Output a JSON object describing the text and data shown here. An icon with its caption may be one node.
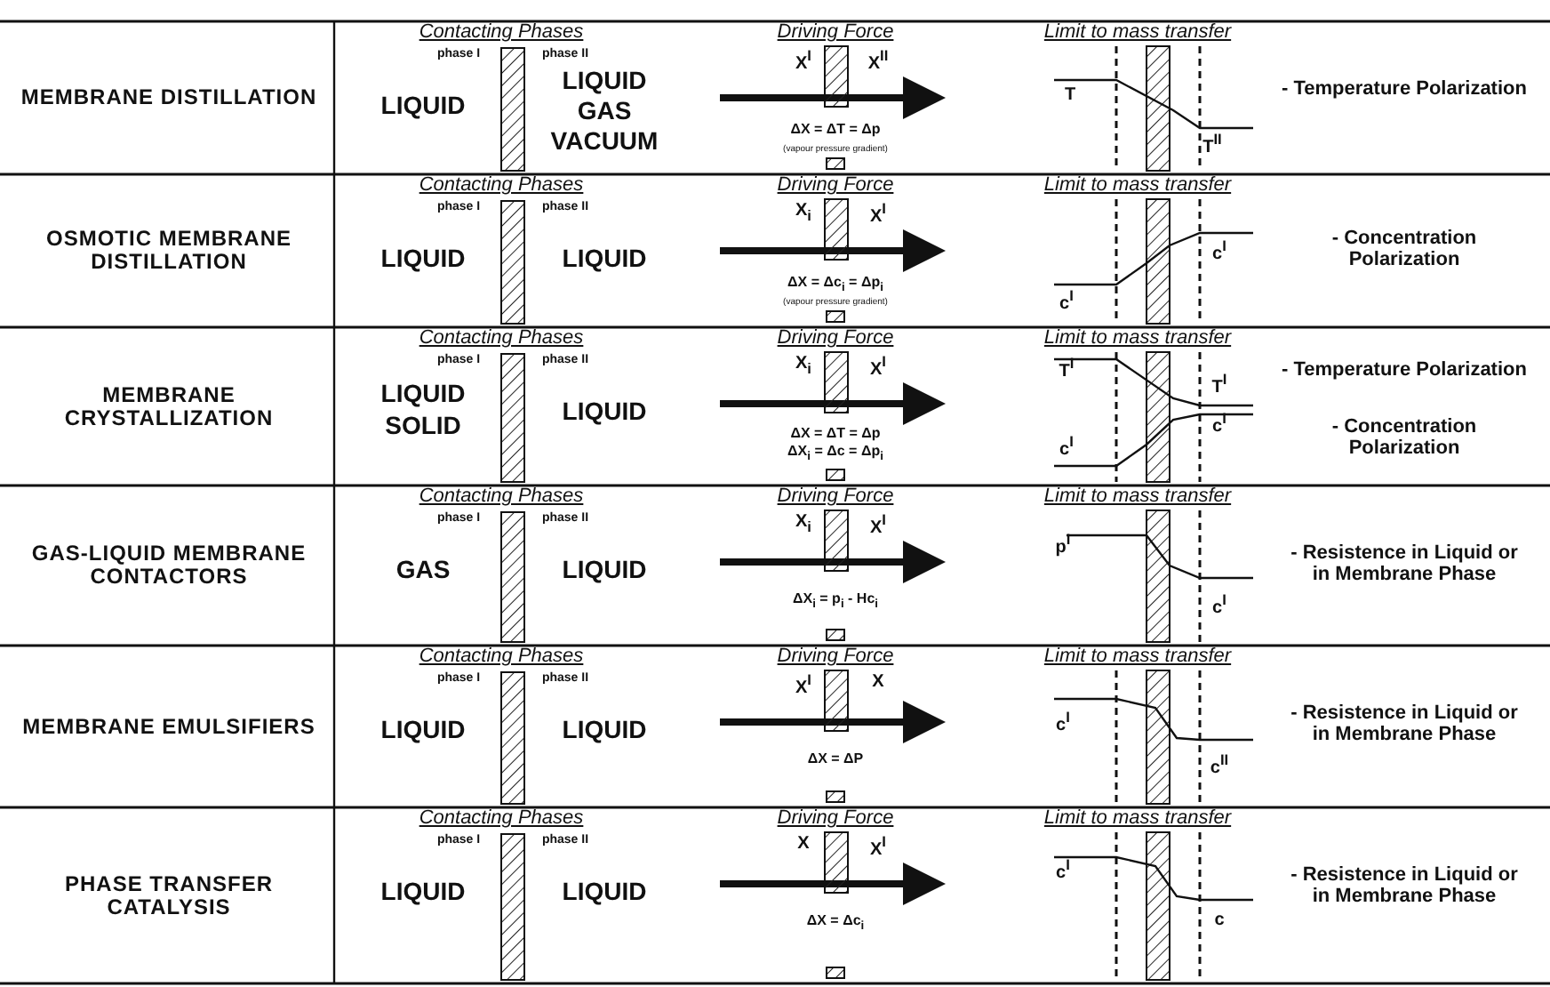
{
  "diagram": {
    "labels": [
      "MEMBRANE DISTILLATION",
      "Contacting Phases",
      "phase I",
      "phase II",
      "LIQUID",
      "LIQUID",
      "GAS",
      "VACUUM",
      "Driving Force",
      "X$^{I}$",
      "X$^{II}$",
      "ΔX = ΔT = Δp",
      "(vapour pressure gradient)",
      "Limit to mass transfer",
      "T",
      "T$^{II}$",
      "- Temperature Polarization",
      "OSMOTIC MEMBRANE DISTILLATION",
      "Contacting Phases",
      "phase I",
      "phase II",
      "LIQUID",
      "LIQUID",
      "Driving Force",
      "X$_{i}$",
      "X$^{I}$",
      "ΔX = Δc$_{i}$ = Δp$_{i}$",
      "(vapour pressure gradient)",
      "Limit to mass transfer",
      "c$^{I}$",
      "c$^{I}$",
      "- Concentration Polarization",
      "MEMBRANE CRYSTALLIZATION",
      "Contacting Phases",
      "phase I",
      "phase II",
      "LIQUID",
      "SOLID",
      "LIQUID",
      "Driving Force",
      "X$_{i}$",
      "X$^{I}$",
      "ΔX = ΔT = Δp",
      "ΔX$_{i}$ = Δc = Δp$_{i}$",
      "Limit to mass transfer",
      "T$^{I}$",
      "T$^{I}$",
      "c$^{I}$",
      "c$^{I}$",
      "- Temperature Polarization",
      "- Concentration Polarization",
      "GAS-LIQUID MEMBRANE CONTACTORS",
      "Contacting Phases",
      "phase I",
      "phase II",
      "GAS",
      "LIQUID",
      "Driving Force",
      "X$_{i}$",
      "X$^{I}$",
      "ΔX$_{i}$ = p$_{i}$ - Hc$_{i}$",
      "Limit to mass transfer",
      "p$^{I}$",
      "c$^{I}$",
      "- Resistence in Liquid or in Membrane Phase",
      "MEMBRANE EMULSIFIERS",
      "Contacting Phases",
      "phase I",
      "phase II",
      "LIQUID",
      "LIQUID",
      "Driving Force",
      "X$^{I}$",
      "X",
      "ΔX = ΔP",
      "Limit to mass transfer",
      "c$^{I}$",
      "c$^{II}$",
      "- Resistence in Liquid or in Membrane Phase",
      "PHASE TRANSFER CATALYSIS",
      "Contacting Phases",
      "phase I",
      "phase II",
      "LIQUID",
      "LIQUID",
      "Driving Force",
      "X",
      "X$^{I}$",
      "ΔX = Δc$_{i}$",
      "Limit to mass transfer",
      "c$^{I}$",
      "c",
      "- Resistence in Liquid or in Membrane Phase"
    ]
  }
}
